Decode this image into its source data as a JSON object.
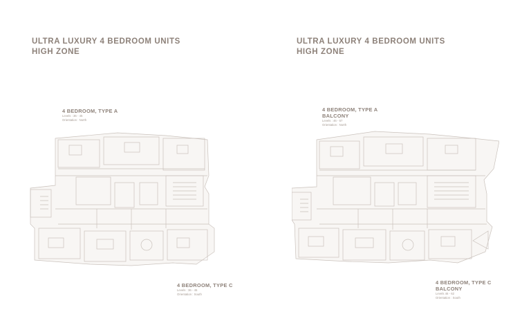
{
  "left_page": {
    "title_line1": "ULTRA LUXURY 4 BEDROOM UNITS",
    "title_line2": "HIGH ZONE",
    "unit_top": {
      "name": "4 BEDROOM, TYPE A",
      "levels": "Levels : 36 - 45",
      "orientation": "Orientation : North"
    },
    "unit_bottom": {
      "name": "4 BEDROOM, TYPE C",
      "levels": "Levels : 36 - 45",
      "orientation": "Orientation : South"
    }
  },
  "right_page": {
    "title_line1": "ULTRA LUXURY 4 BEDROOM UNITS",
    "title_line2": "HIGH ZONE",
    "unit_top": {
      "name": "4 BEDROOM, TYPE A",
      "subtitle": "BALCONY",
      "levels": "Levels : 46 - 57",
      "orientation": "Orientation : North"
    },
    "unit_bottom": {
      "name": "4 BEDROOM, TYPE C",
      "subtitle": "BALCONY",
      "levels": "Levels 46 - 62",
      "orientation": "Orientation : South"
    }
  },
  "colors": {
    "heading": "#8d8179",
    "plan_line": "#c9c1bb",
    "plan_fill": "#f6f3f1"
  }
}
